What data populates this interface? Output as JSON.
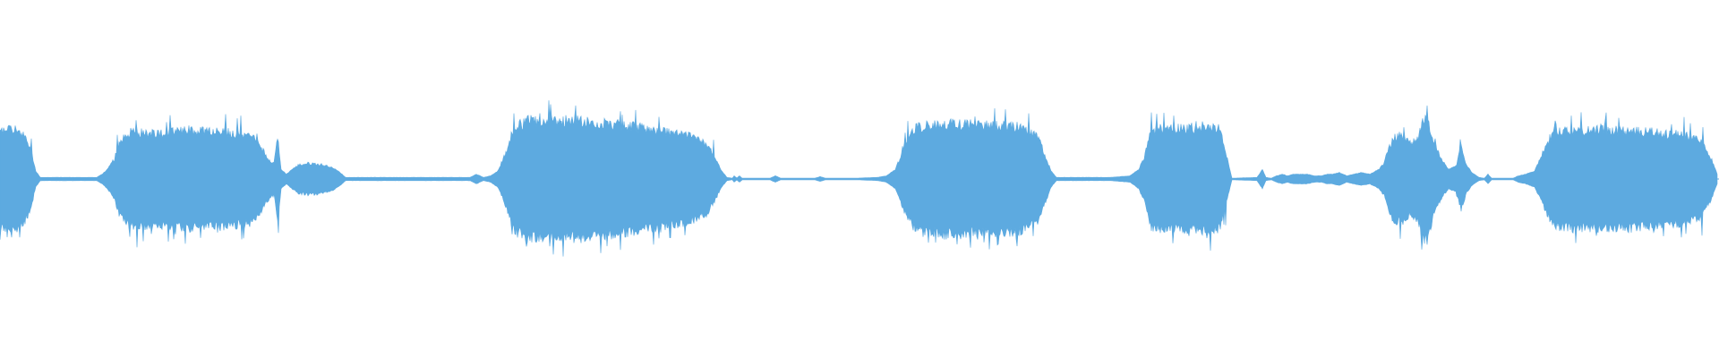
{
  "waveform": {
    "color": "#5DAAE0",
    "envelope": [
      [
        0,
        0.3
      ],
      [
        14,
        0.33
      ],
      [
        26,
        0.28
      ],
      [
        34,
        0.2
      ],
      [
        40,
        0.05
      ],
      [
        45,
        0.01
      ],
      [
        108,
        0.01
      ],
      [
        114,
        0.03
      ],
      [
        120,
        0.06
      ],
      [
        128,
        0.13
      ],
      [
        134,
        0.24
      ],
      [
        146,
        0.3
      ],
      [
        180,
        0.29
      ],
      [
        210,
        0.31
      ],
      [
        250,
        0.3
      ],
      [
        280,
        0.28
      ],
      [
        290,
        0.22
      ],
      [
        298,
        0.14
      ],
      [
        306,
        0.1
      ],
      [
        310,
        0.27
      ],
      [
        314,
        0.06
      ],
      [
        320,
        0.03
      ],
      [
        326,
        0.06
      ],
      [
        334,
        0.09
      ],
      [
        346,
        0.1
      ],
      [
        360,
        0.09
      ],
      [
        372,
        0.07
      ],
      [
        380,
        0.04
      ],
      [
        386,
        0.01
      ],
      [
        525,
        0.01
      ],
      [
        532,
        0.03
      ],
      [
        540,
        0.01
      ],
      [
        548,
        0.02
      ],
      [
        556,
        0.05
      ],
      [
        566,
        0.18
      ],
      [
        574,
        0.33
      ],
      [
        590,
        0.37
      ],
      [
        620,
        0.37
      ],
      [
        650,
        0.37
      ],
      [
        680,
        0.35
      ],
      [
        710,
        0.33
      ],
      [
        740,
        0.3
      ],
      [
        770,
        0.27
      ],
      [
        790,
        0.22
      ],
      [
        798,
        0.14
      ],
      [
        806,
        0.05
      ],
      [
        812,
        0.01
      ],
      [
        818,
        0.005
      ],
      [
        820,
        0.02
      ],
      [
        823,
        0.006
      ],
      [
        826,
        0.02
      ],
      [
        829,
        0.005
      ],
      [
        860,
        0.005
      ],
      [
        866,
        0.02
      ],
      [
        872,
        0.005
      ],
      [
        910,
        0.005
      ],
      [
        916,
        0.015
      ],
      [
        922,
        0.005
      ],
      [
        956,
        0.005
      ],
      [
        980,
        0.01
      ],
      [
        990,
        0.02
      ],
      [
        1000,
        0.06
      ],
      [
        1006,
        0.14
      ],
      [
        1012,
        0.24
      ],
      [
        1024,
        0.33
      ],
      [
        1060,
        0.35
      ],
      [
        1100,
        0.34
      ],
      [
        1140,
        0.33
      ],
      [
        1160,
        0.26
      ],
      [
        1168,
        0.14
      ],
      [
        1174,
        0.05
      ],
      [
        1180,
        0.01
      ],
      [
        1240,
        0.01
      ],
      [
        1262,
        0.02
      ],
      [
        1272,
        0.06
      ],
      [
        1278,
        0.14
      ],
      [
        1282,
        0.24
      ],
      [
        1286,
        0.3
      ],
      [
        1298,
        0.32
      ],
      [
        1310,
        0.32
      ],
      [
        1330,
        0.32
      ],
      [
        1350,
        0.33
      ],
      [
        1362,
        0.32
      ],
      [
        1372,
        0.1
      ],
      [
        1376,
        0.005
      ],
      [
        1404,
        0.01
      ],
      [
        1410,
        0.06
      ],
      [
        1414,
        0.01
      ],
      [
        1420,
        0.005
      ],
      [
        1426,
        0.02
      ],
      [
        1432,
        0.03
      ],
      [
        1438,
        0.02
      ],
      [
        1444,
        0.03
      ],
      [
        1452,
        0.03
      ],
      [
        1460,
        0.03
      ],
      [
        1468,
        0.02
      ],
      [
        1476,
        0.02
      ],
      [
        1482,
        0.03
      ],
      [
        1488,
        0.03
      ],
      [
        1496,
        0.04
      ],
      [
        1504,
        0.02
      ],
      [
        1512,
        0.03
      ],
      [
        1520,
        0.04
      ],
      [
        1530,
        0.03
      ],
      [
        1540,
        0.06
      ],
      [
        1546,
        0.1
      ],
      [
        1550,
        0.18
      ],
      [
        1556,
        0.26
      ],
      [
        1566,
        0.28
      ],
      [
        1576,
        0.22
      ],
      [
        1584,
        0.26
      ],
      [
        1588,
        0.35
      ],
      [
        1594,
        0.4
      ],
      [
        1600,
        0.25
      ],
      [
        1610,
        0.12
      ],
      [
        1618,
        0.06
      ],
      [
        1626,
        0.08
      ],
      [
        1632,
        0.2
      ],
      [
        1638,
        0.09
      ],
      [
        1644,
        0.04
      ],
      [
        1652,
        0.01
      ],
      [
        1658,
        0.005
      ],
      [
        1662,
        0.03
      ],
      [
        1666,
        0.005
      ],
      [
        1690,
        0.005
      ],
      [
        1696,
        0.02
      ],
      [
        1704,
        0.03
      ],
      [
        1714,
        0.05
      ],
      [
        1726,
        0.2
      ],
      [
        1736,
        0.3
      ],
      [
        1756,
        0.31
      ],
      [
        1790,
        0.31
      ],
      [
        1840,
        0.3
      ],
      [
        1880,
        0.28
      ],
      [
        1900,
        0.24
      ],
      [
        1912,
        0.12
      ],
      [
        1918,
        0.03
      ]
    ]
  }
}
